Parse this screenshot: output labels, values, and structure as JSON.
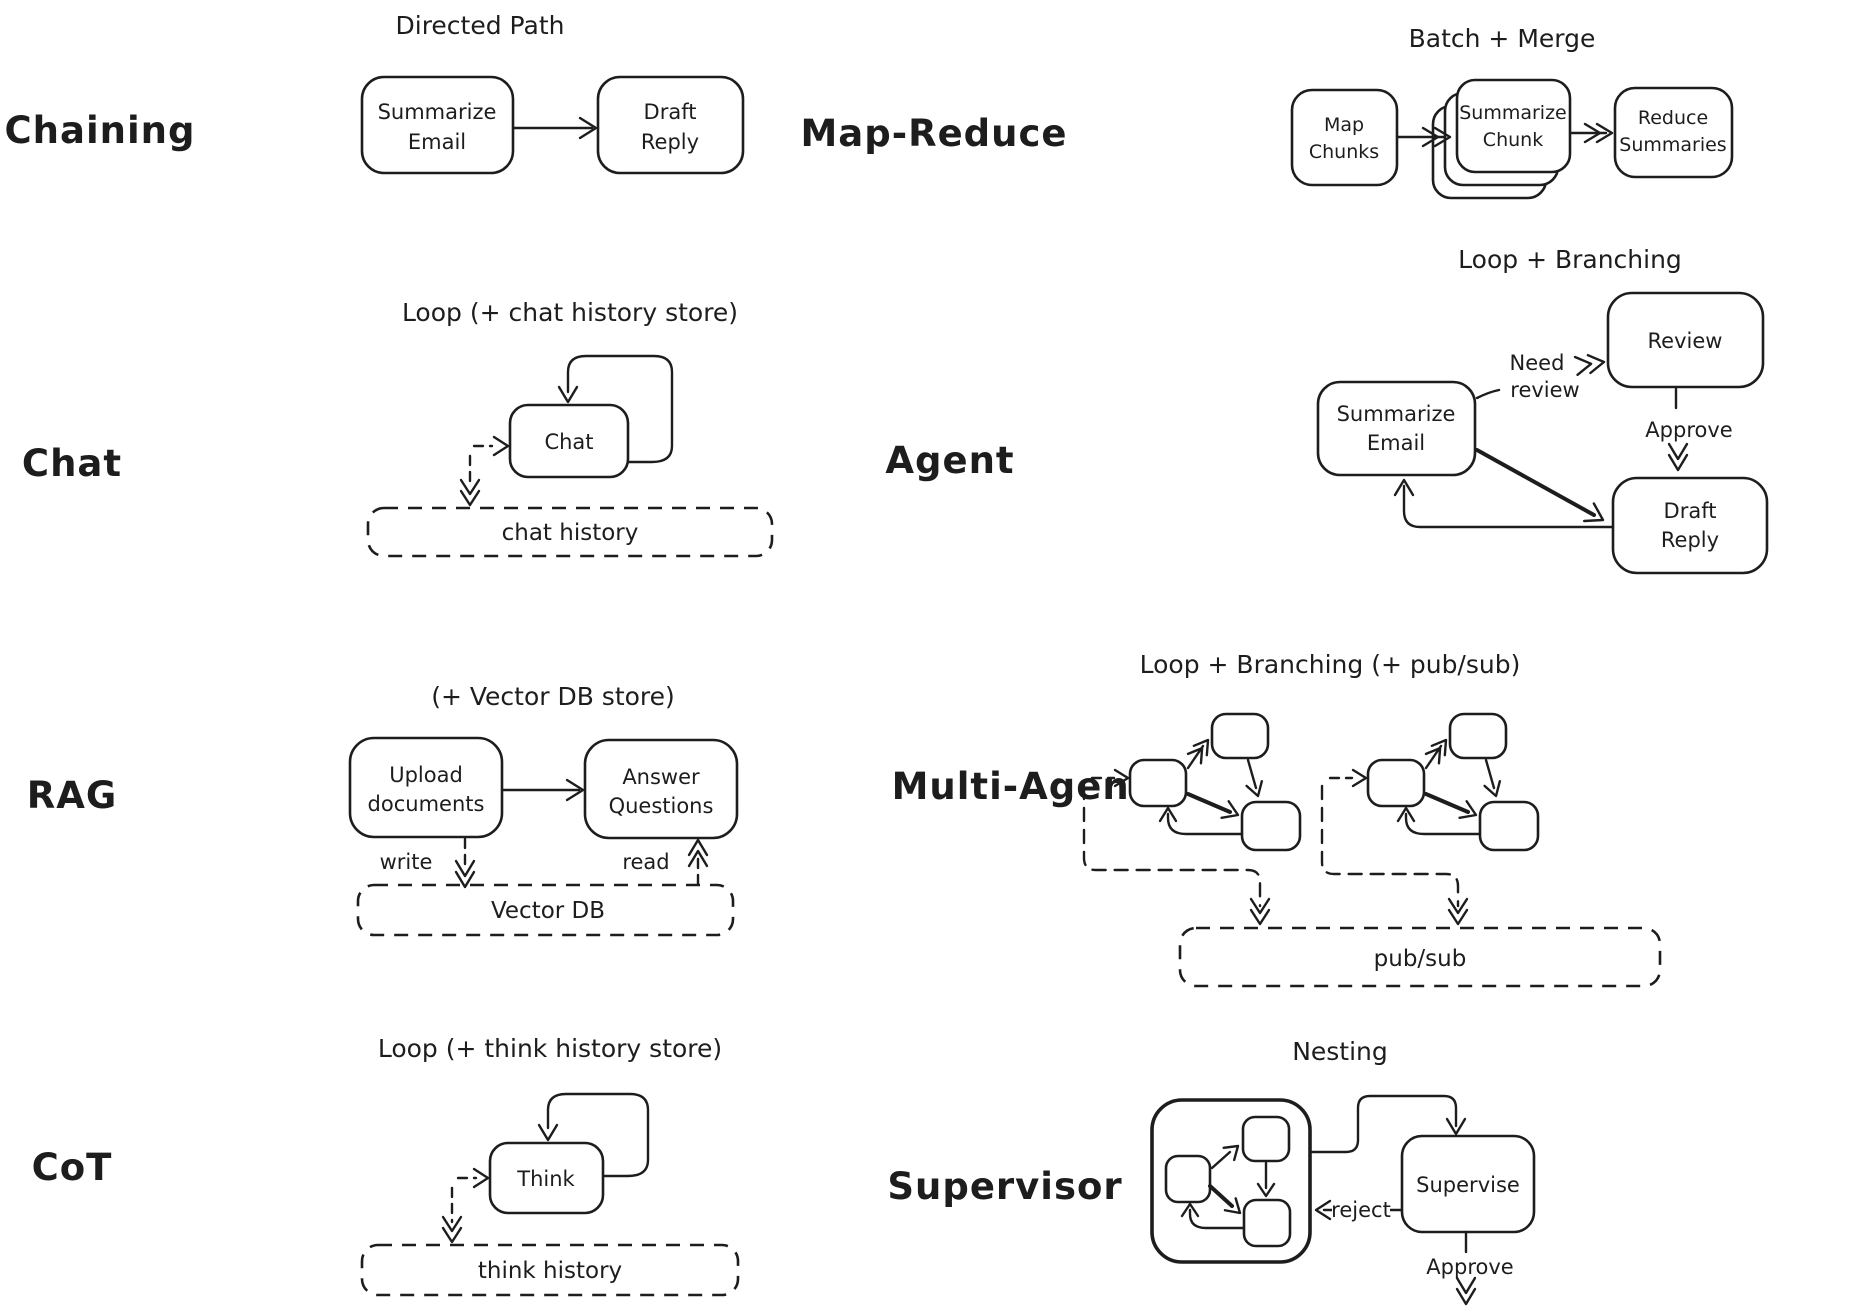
{
  "meta": {
    "background": "#ffffff",
    "ink": "#1d1d1d"
  },
  "sections": [
    {
      "label": "Chaining",
      "title": "Directed Path",
      "nodes": [
        {
          "lines": [
            "Summarize",
            "Email"
          ]
        },
        {
          "lines": [
            "Draft",
            "Reply"
          ]
        }
      ]
    },
    {
      "label": "Map-Reduce",
      "title": "Batch + Merge",
      "nodes": [
        {
          "lines": [
            "Map",
            "Chunks"
          ]
        },
        {
          "lines": [
            "Summarize",
            "Chunk"
          ]
        },
        {
          "lines": [
            "Reduce",
            "Summaries"
          ]
        }
      ]
    },
    {
      "label": "Chat",
      "title": "Loop (+ chat history store)",
      "nodes": [
        {
          "lines": [
            "Chat"
          ]
        }
      ],
      "store": "chat history"
    },
    {
      "label": "Agent",
      "title": "Loop + Branching",
      "nodes": [
        {
          "lines": [
            "Summarize",
            "Email"
          ]
        },
        {
          "lines": [
            "Review"
          ]
        },
        {
          "lines": [
            "Draft",
            "Reply"
          ]
        }
      ],
      "edges": {
        "need": "Need",
        "review": "review",
        "approve": "Approve"
      }
    },
    {
      "label": "RAG",
      "title": "(+ Vector DB store)",
      "nodes": [
        {
          "lines": [
            "Upload",
            "documents"
          ]
        },
        {
          "lines": [
            "Answer",
            "Questions"
          ]
        }
      ],
      "edges": {
        "write": "write",
        "read": "read"
      },
      "store": "Vector DB"
    },
    {
      "label": "Multi-Agent",
      "title": "Loop + Branching (+ pub/sub)",
      "store": "pub/sub"
    },
    {
      "label": "CoT",
      "title": "Loop (+ think history store)",
      "nodes": [
        {
          "lines": [
            "Think"
          ]
        }
      ],
      "store": "think history"
    },
    {
      "label": "Supervisor",
      "title": "Nesting",
      "nodes": [
        {
          "lines": [
            "Supervise"
          ]
        }
      ],
      "edges": {
        "reject": "reject",
        "approve": "Approve"
      }
    }
  ]
}
